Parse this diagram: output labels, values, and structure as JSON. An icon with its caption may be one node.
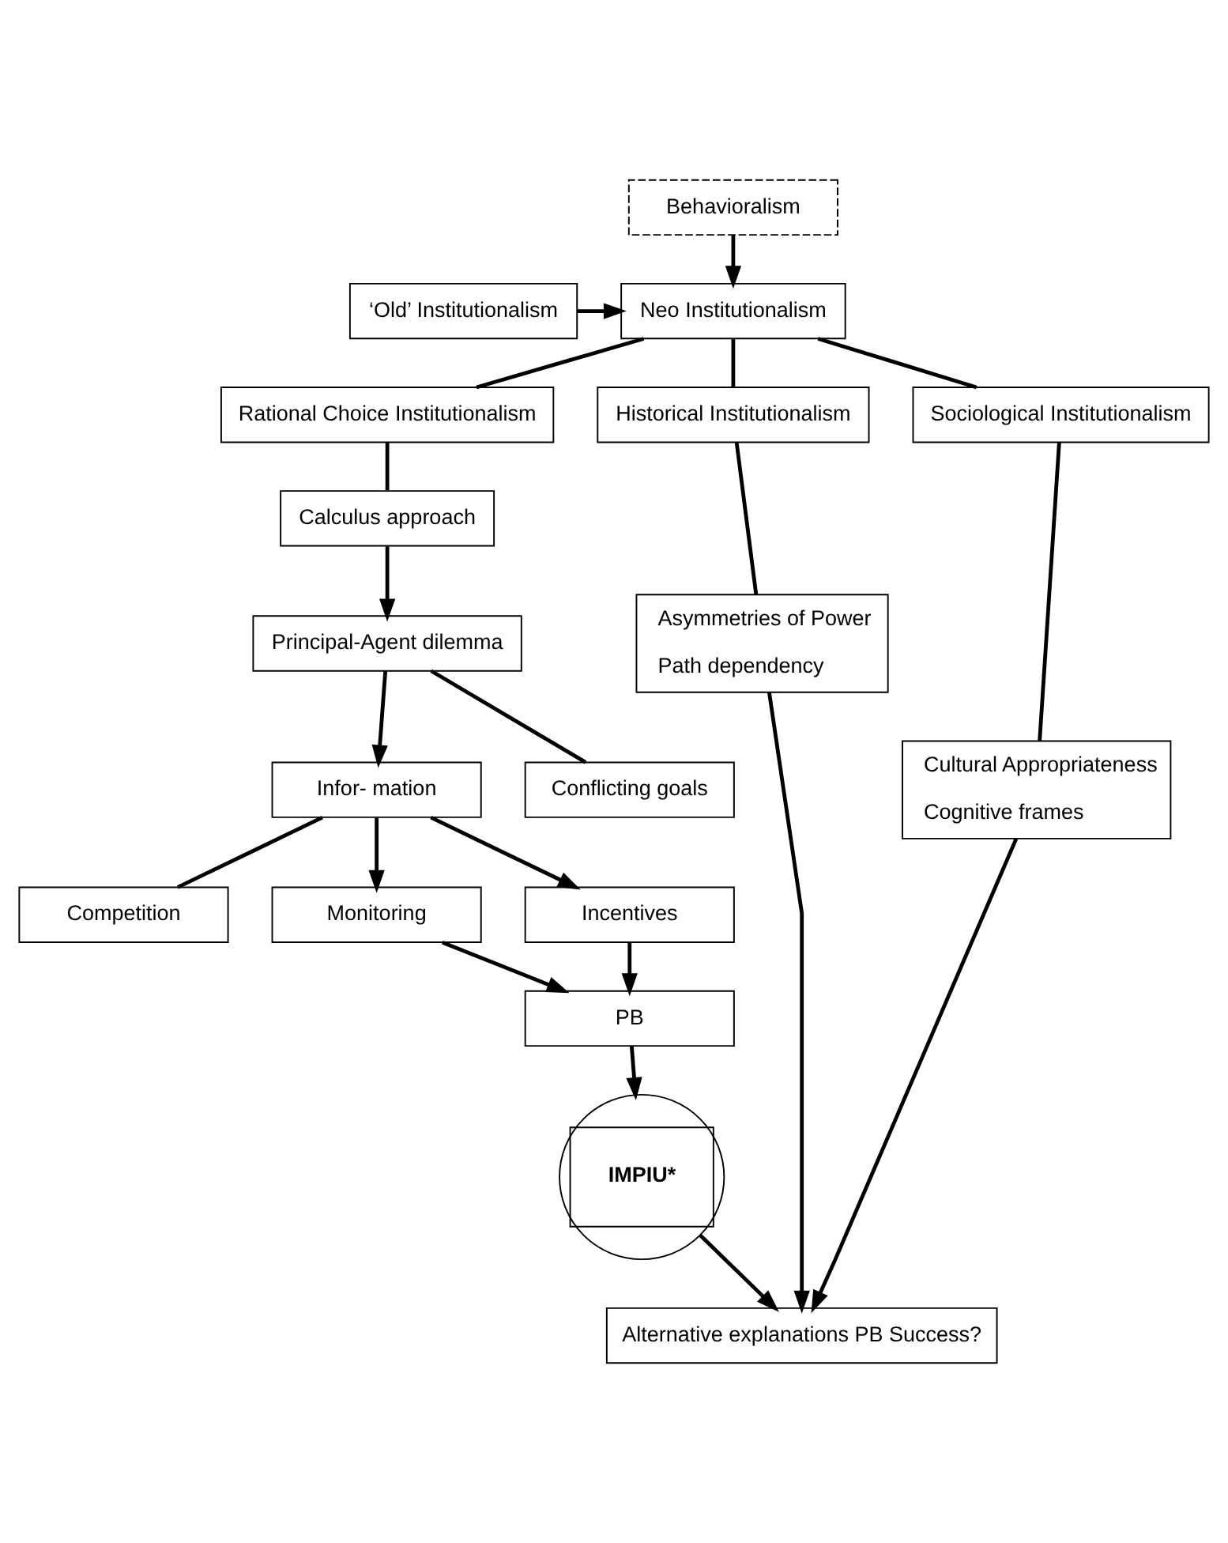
{
  "diagram": {
    "nodes": [
      {
        "text": [
          "Behavioralism"
        ]
      },
      {
        "text": [
          "‘Old’ Institutionalism"
        ]
      },
      {
        "text": [
          "Neo Institutionalism"
        ]
      },
      {
        "text": [
          "Rational Choice Institutionalism"
        ]
      },
      {
        "text": [
          "Historical Institutionalism"
        ]
      },
      {
        "text": [
          "Sociological Institutionalism"
        ]
      },
      {
        "text": [
          "Calculus approach"
        ]
      },
      {
        "text": [
          "Asymmetries of Power",
          "Path dependency"
        ]
      },
      {
        "text": [
          "Cultural Appropriateness",
          "Cognitive frames"
        ]
      },
      {
        "text": [
          "Principal-Agent dilemma"
        ]
      },
      {
        "text": [
          "Infor- mation"
        ]
      },
      {
        "text": [
          "Conflicting goals"
        ]
      },
      {
        "text": [
          "Alternative explanations PB Success?"
        ]
      },
      {
        "text": [
          "Competition"
        ]
      },
      {
        "text": [
          "Monitoring"
        ]
      },
      {
        "text": [
          "Incentives"
        ]
      },
      {
        "text": [
          "PB"
        ]
      },
      {
        "text": [
          "IMPIU*"
        ]
      }
    ],
    "edges": [
      {
        "from": 1,
        "to": 2,
        "arrow": "to"
      },
      {
        "from": 0,
        "to": 2,
        "arrow": "to"
      },
      {
        "from": 2,
        "to": 3,
        "arrow": "none"
      },
      {
        "from": 2,
        "to": 4,
        "arrow": "none"
      },
      {
        "from": 2,
        "to": 5,
        "arrow": "none"
      },
      {
        "from": 3,
        "to": 6,
        "arrow": "none"
      },
      {
        "from": 4,
        "to": 7,
        "arrow": "none"
      },
      {
        "from": 5,
        "to": 8,
        "arrow": "none"
      },
      {
        "from": 6,
        "to": 9,
        "arrow": "to"
      },
      {
        "from": 9,
        "to": 10,
        "arrow": "to"
      },
      {
        "from": 9,
        "to": 11,
        "arrow": "none"
      },
      {
        "from": 7,
        "to": 12,
        "arrow": "to"
      },
      {
        "from": 8,
        "to": 12,
        "arrow": "to"
      },
      {
        "from": 10,
        "to": 13,
        "arrow": "none"
      },
      {
        "from": 10,
        "to": 14,
        "arrow": "to"
      },
      {
        "from": 10,
        "to": 15,
        "arrow": "to"
      },
      {
        "from": 14,
        "to": 16,
        "arrow": "to"
      },
      {
        "from": 15,
        "to": 16,
        "arrow": "to"
      },
      {
        "from": 16,
        "to": 17,
        "arrow": "to"
      },
      {
        "from": 17,
        "to": 12,
        "arrow": "to"
      }
    ]
  }
}
